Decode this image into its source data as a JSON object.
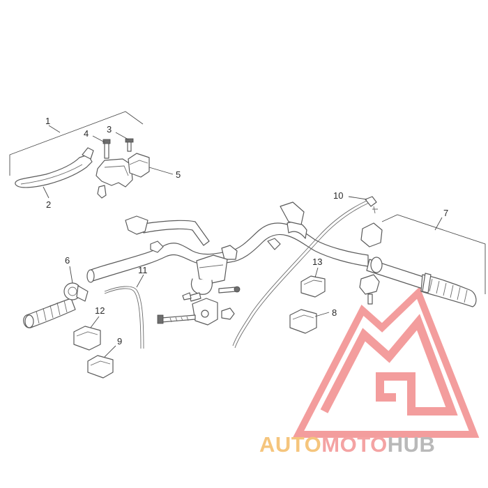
{
  "callouts": {
    "c1": "1",
    "c2": "2",
    "c3": "3",
    "c4": "4",
    "c5": "5",
    "c6": "6",
    "c7": "7",
    "c8": "8",
    "c9": "9",
    "c10": "10",
    "c11": "11",
    "c12": "12",
    "c13": "13"
  },
  "watermark": {
    "word_part1": "AUTO",
    "word_part2": "MOTO",
    "word_part3": "HUB",
    "color_part1": "#f5c57d",
    "color_part2": "#f4a3a3",
    "color_part3": "#b9b9b9",
    "logo_color": "#f29393"
  }
}
